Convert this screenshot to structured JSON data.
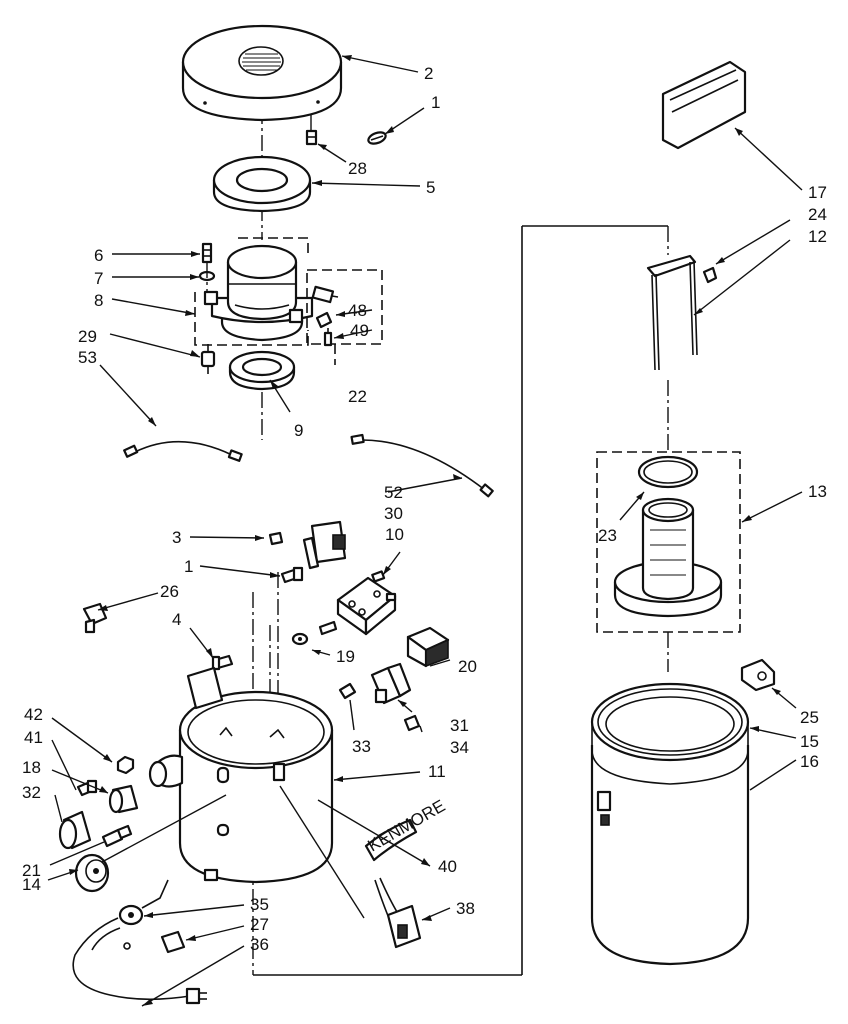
{
  "callouts": [
    {
      "id": "c1a",
      "text": "1"
    },
    {
      "id": "c2",
      "text": "2"
    },
    {
      "id": "c28",
      "text": "28"
    },
    {
      "id": "c5",
      "text": "5"
    },
    {
      "id": "c6",
      "text": "6"
    },
    {
      "id": "c7",
      "text": "7"
    },
    {
      "id": "c8",
      "text": "8"
    },
    {
      "id": "c48",
      "text": "48"
    },
    {
      "id": "c49",
      "text": "49"
    },
    {
      "id": "c29",
      "text": "29"
    },
    {
      "id": "c53",
      "text": "53"
    },
    {
      "id": "c22",
      "text": "22"
    },
    {
      "id": "c9",
      "text": "9"
    },
    {
      "id": "c52",
      "text": "52"
    },
    {
      "id": "c3",
      "text": "3"
    },
    {
      "id": "c30",
      "text": "30"
    },
    {
      "id": "c10",
      "text": "10"
    },
    {
      "id": "c1b",
      "text": "1"
    },
    {
      "id": "c26",
      "text": "26"
    },
    {
      "id": "c4",
      "text": "4"
    },
    {
      "id": "c19",
      "text": "19"
    },
    {
      "id": "c20",
      "text": "20"
    },
    {
      "id": "c31",
      "text": "31"
    },
    {
      "id": "c33",
      "text": "33"
    },
    {
      "id": "c34",
      "text": "34"
    },
    {
      "id": "c42",
      "text": "42"
    },
    {
      "id": "c41",
      "text": "41"
    },
    {
      "id": "c18",
      "text": "18"
    },
    {
      "id": "c32",
      "text": "32"
    },
    {
      "id": "c11",
      "text": "11"
    },
    {
      "id": "c21",
      "text": "21"
    },
    {
      "id": "c40",
      "text": "40"
    },
    {
      "id": "c14",
      "text": "14"
    },
    {
      "id": "c35",
      "text": "35"
    },
    {
      "id": "c27",
      "text": "27"
    },
    {
      "id": "c36",
      "text": "36"
    },
    {
      "id": "c38",
      "text": "38"
    },
    {
      "id": "c17",
      "text": "17"
    },
    {
      "id": "c24",
      "text": "24"
    },
    {
      "id": "c12",
      "text": "12"
    },
    {
      "id": "c13",
      "text": "13"
    },
    {
      "id": "c23",
      "text": "23"
    },
    {
      "id": "c25",
      "text": "25"
    },
    {
      "id": "c15",
      "text": "15"
    },
    {
      "id": "c16",
      "text": "16"
    }
  ],
  "label_text": {
    "decal": "KENMORE"
  }
}
